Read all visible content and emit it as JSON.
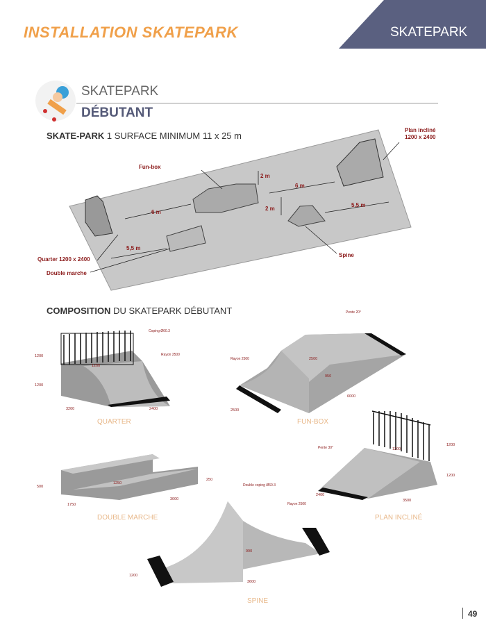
{
  "header": {
    "title": "INSTALLATION SKATEPARK",
    "banner": "SKATEPARK"
  },
  "section": {
    "kicker": "SKATEPARK",
    "title": "DÉBUTANT"
  },
  "surface": {
    "heading_bold": "SKATE-PARK",
    "heading_rest": " 1 SURFACE MINIMUM 11 x 25 m",
    "labels": {
      "plan_incline": "Plan incliné",
      "plan_incline_size": "1200 x 2400",
      "funbox": "Fun-box",
      "quarter": "Quarter 1200 x 2400",
      "double_marche": "Double marche",
      "spine": "Spine",
      "d1": "2 m",
      "d2": "6 m",
      "d3": "2 m",
      "d4": "5,5 m",
      "d5": "6 m",
      "d6": "5,5 m"
    }
  },
  "composition": {
    "heading_bold": "COMPOSITION",
    "heading_rest": " DU SKATEPARK DÉBUTANT",
    "quarter": {
      "caption": "QUARTER",
      "coping": "Coping Ø60.3",
      "rayon": "Rayon 2500",
      "h1": "1200",
      "h2": "1200",
      "top": "1200",
      "w": "3200",
      "l": "2400"
    },
    "funbox": {
      "caption": "FUN-BOX",
      "pente": "Pente 20°",
      "rayon": "Rayon 2500",
      "top": "2500",
      "h": "950",
      "l": "6000",
      "w": "2500"
    },
    "double_marche": {
      "caption": "DOUBLE MARCHE",
      "h": "500",
      "step": "250",
      "mid": "1250",
      "w": "1750",
      "l": "3000"
    },
    "plan_incline": {
      "caption": "PLAN INCLINÉ",
      "pente": "Pente 30°",
      "top": "1200",
      "h1": "1200",
      "h2": "1200",
      "w": "2400",
      "l": "3500"
    },
    "spine": {
      "caption": "SPINE",
      "coping": "Double coping Ø60.3",
      "rayon": "Rayon 2500",
      "h": "990",
      "w": "1200",
      "l": "3600"
    }
  },
  "footer": {
    "page": "49"
  },
  "colors": {
    "accent": "#f0a04a",
    "banner": "#5a6080",
    "label": "#8b1a1a"
  }
}
